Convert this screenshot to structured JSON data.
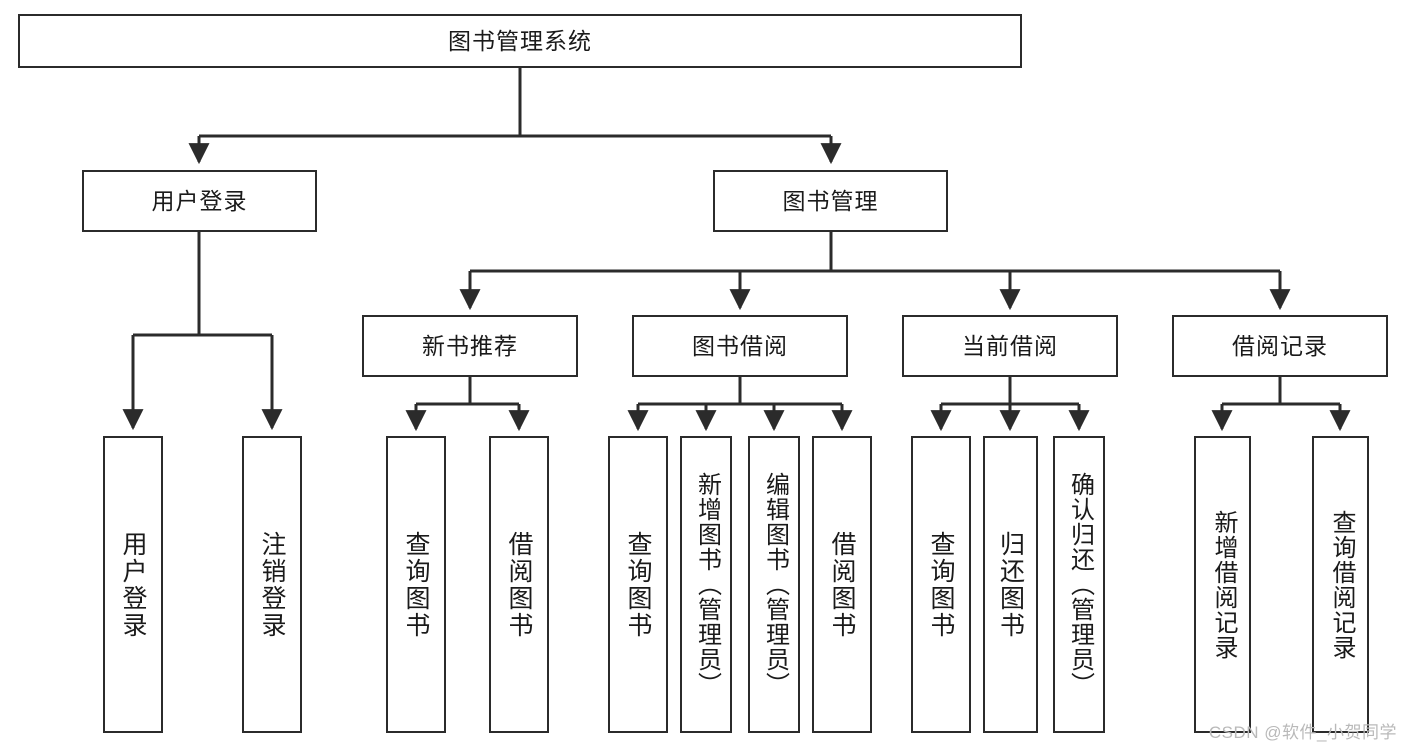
{
  "diagram": {
    "title": "图书管理系统",
    "type": "功能结构图",
    "watermark": "CSDN @软件_小贺同学",
    "colors": {
      "stroke": "#2b2b2b",
      "fill": "#ffffff",
      "text": "#1a1a1a",
      "watermark": "#b9b9b9"
    },
    "root": {
      "label": "图书管理系统"
    },
    "level2": [
      {
        "label": "用户登录"
      },
      {
        "label": "图书管理"
      }
    ],
    "level3": [
      {
        "label": "新书推荐"
      },
      {
        "label": "图书借阅"
      },
      {
        "label": "当前借阅"
      },
      {
        "label": "借阅记录"
      }
    ],
    "leaves": {
      "user_login": [
        {
          "label": "用户登录"
        },
        {
          "label": "注销登录"
        }
      ],
      "new_book_recommend": [
        {
          "label": "查询图书"
        },
        {
          "label": "借阅图书"
        }
      ],
      "book_borrow": [
        {
          "label": "查询图书"
        },
        {
          "label": "新增图书（管理员）"
        },
        {
          "label": "编辑图书（管理员）"
        },
        {
          "label": "借阅图书"
        }
      ],
      "current_borrow": [
        {
          "label": "查询图书"
        },
        {
          "label": "归还图书"
        },
        {
          "label": "确认归还（管理员）"
        }
      ],
      "borrow_record": [
        {
          "label": "新增借阅记录"
        },
        {
          "label": "查询借阅记录"
        }
      ]
    }
  }
}
